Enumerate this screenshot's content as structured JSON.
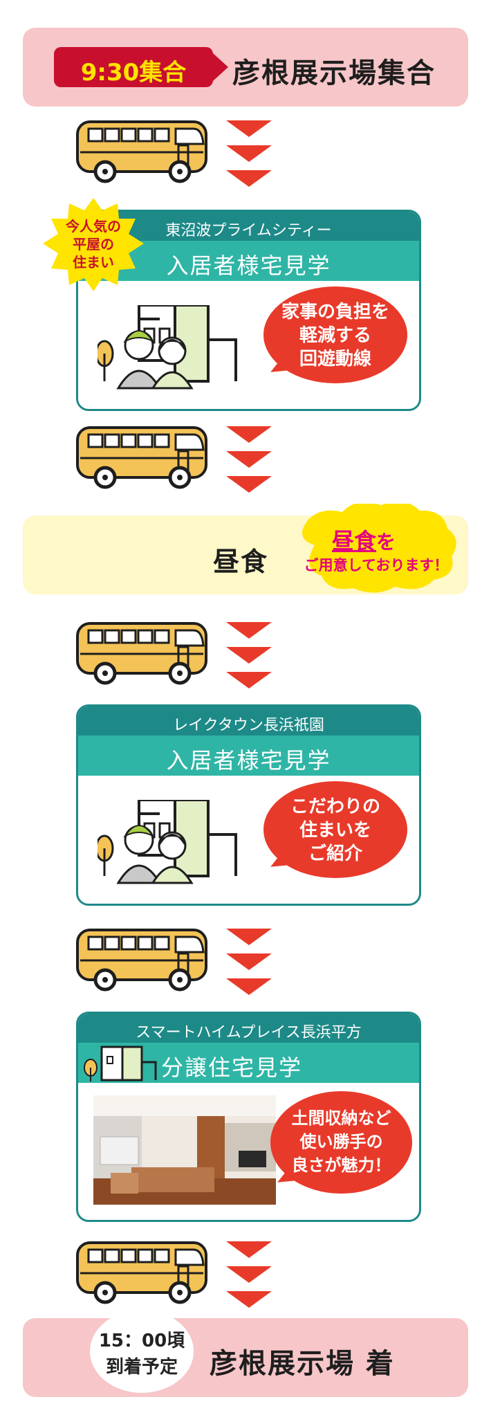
{
  "start": {
    "time_label": "9:30集合",
    "place": "彦根展示場集合"
  },
  "tour1": {
    "badge_lines": [
      "今人気の",
      "平屋の",
      "住まい"
    ],
    "venue": "東沼波プライムシティー",
    "activity": "入居者様宅見学",
    "bubble_lines": [
      "家事の負担を",
      "軽減する",
      "回遊動線"
    ]
  },
  "lunch": {
    "title": "昼食",
    "cloud_highlight": "昼食",
    "cloud_suffix": "を",
    "cloud_line2": "ご用意しております！"
  },
  "tour2": {
    "venue": "レイクタウン長浜祇園",
    "activity": "入居者様宅見学",
    "bubble_lines": [
      "こだわりの",
      "住まいを",
      "ご紹介"
    ]
  },
  "tour3": {
    "venue": "スマートハイムプレイス長浜平方",
    "activity": "分譲住宅見学",
    "bubble_lines": [
      "土間収納など",
      "使い勝手の",
      "良さが魅力！"
    ]
  },
  "end": {
    "time_lines": [
      "15：00頃",
      "到着予定"
    ],
    "place": "彦根展示場 着"
  },
  "colors": {
    "teal_dark": "#1d8a88",
    "teal": "#2fb5a5",
    "red": "#e83a2a",
    "pink": "#f7c6c8",
    "bus": "#f4c357",
    "lunch_bg": "#fff8c8",
    "magenta": "#e4007f",
    "yellow": "#ffe400"
  },
  "icons": [
    "bus-icon",
    "chevron-down-icon",
    "tree-icon",
    "house-outline-icon",
    "family-icon"
  ]
}
